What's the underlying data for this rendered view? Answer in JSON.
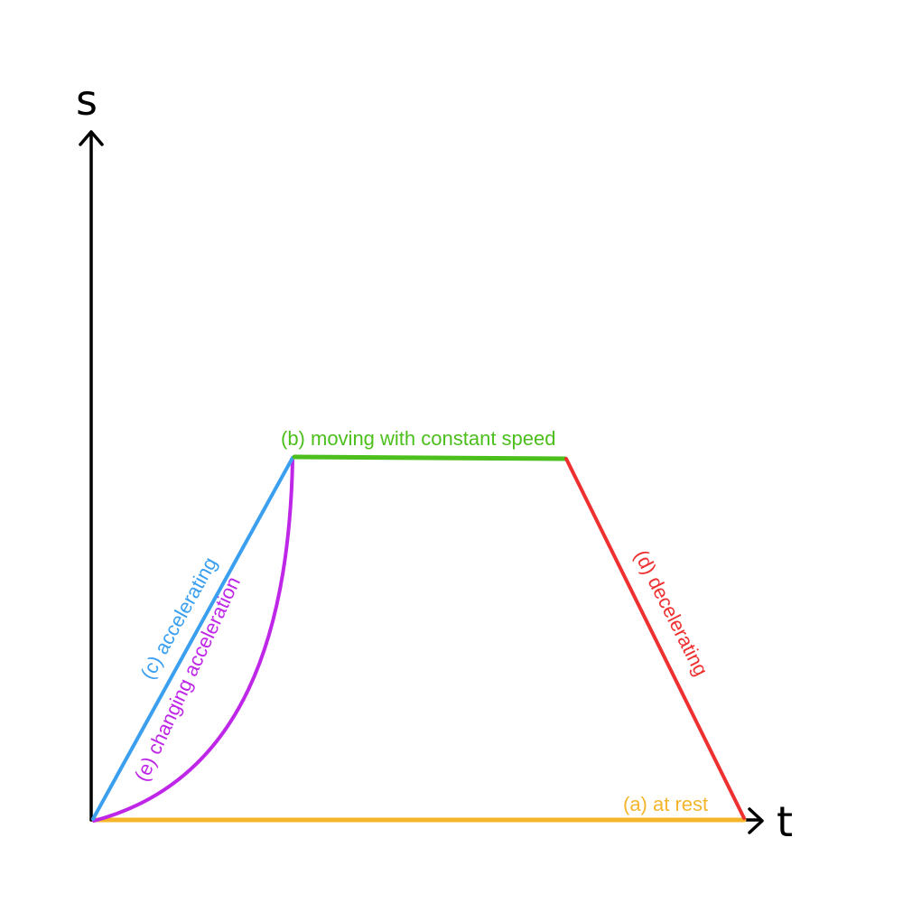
{
  "axes": {
    "y_label": "s",
    "x_label": "t"
  },
  "segments": {
    "a": {
      "label": "(a) at rest",
      "color": "#f4b52a"
    },
    "b": {
      "label": "(b) moving with constant speed",
      "color": "#4cbf1c"
    },
    "c": {
      "label": "(c) accelerating",
      "color": "#3b9ff0"
    },
    "d": {
      "label": "(d) decelerating",
      "color": "#ee3030"
    },
    "e": {
      "label": "(e) changing acceleration",
      "color": "#bf27e8"
    }
  },
  "colors": {
    "axis": "#000000",
    "background": "#ffffff"
  }
}
